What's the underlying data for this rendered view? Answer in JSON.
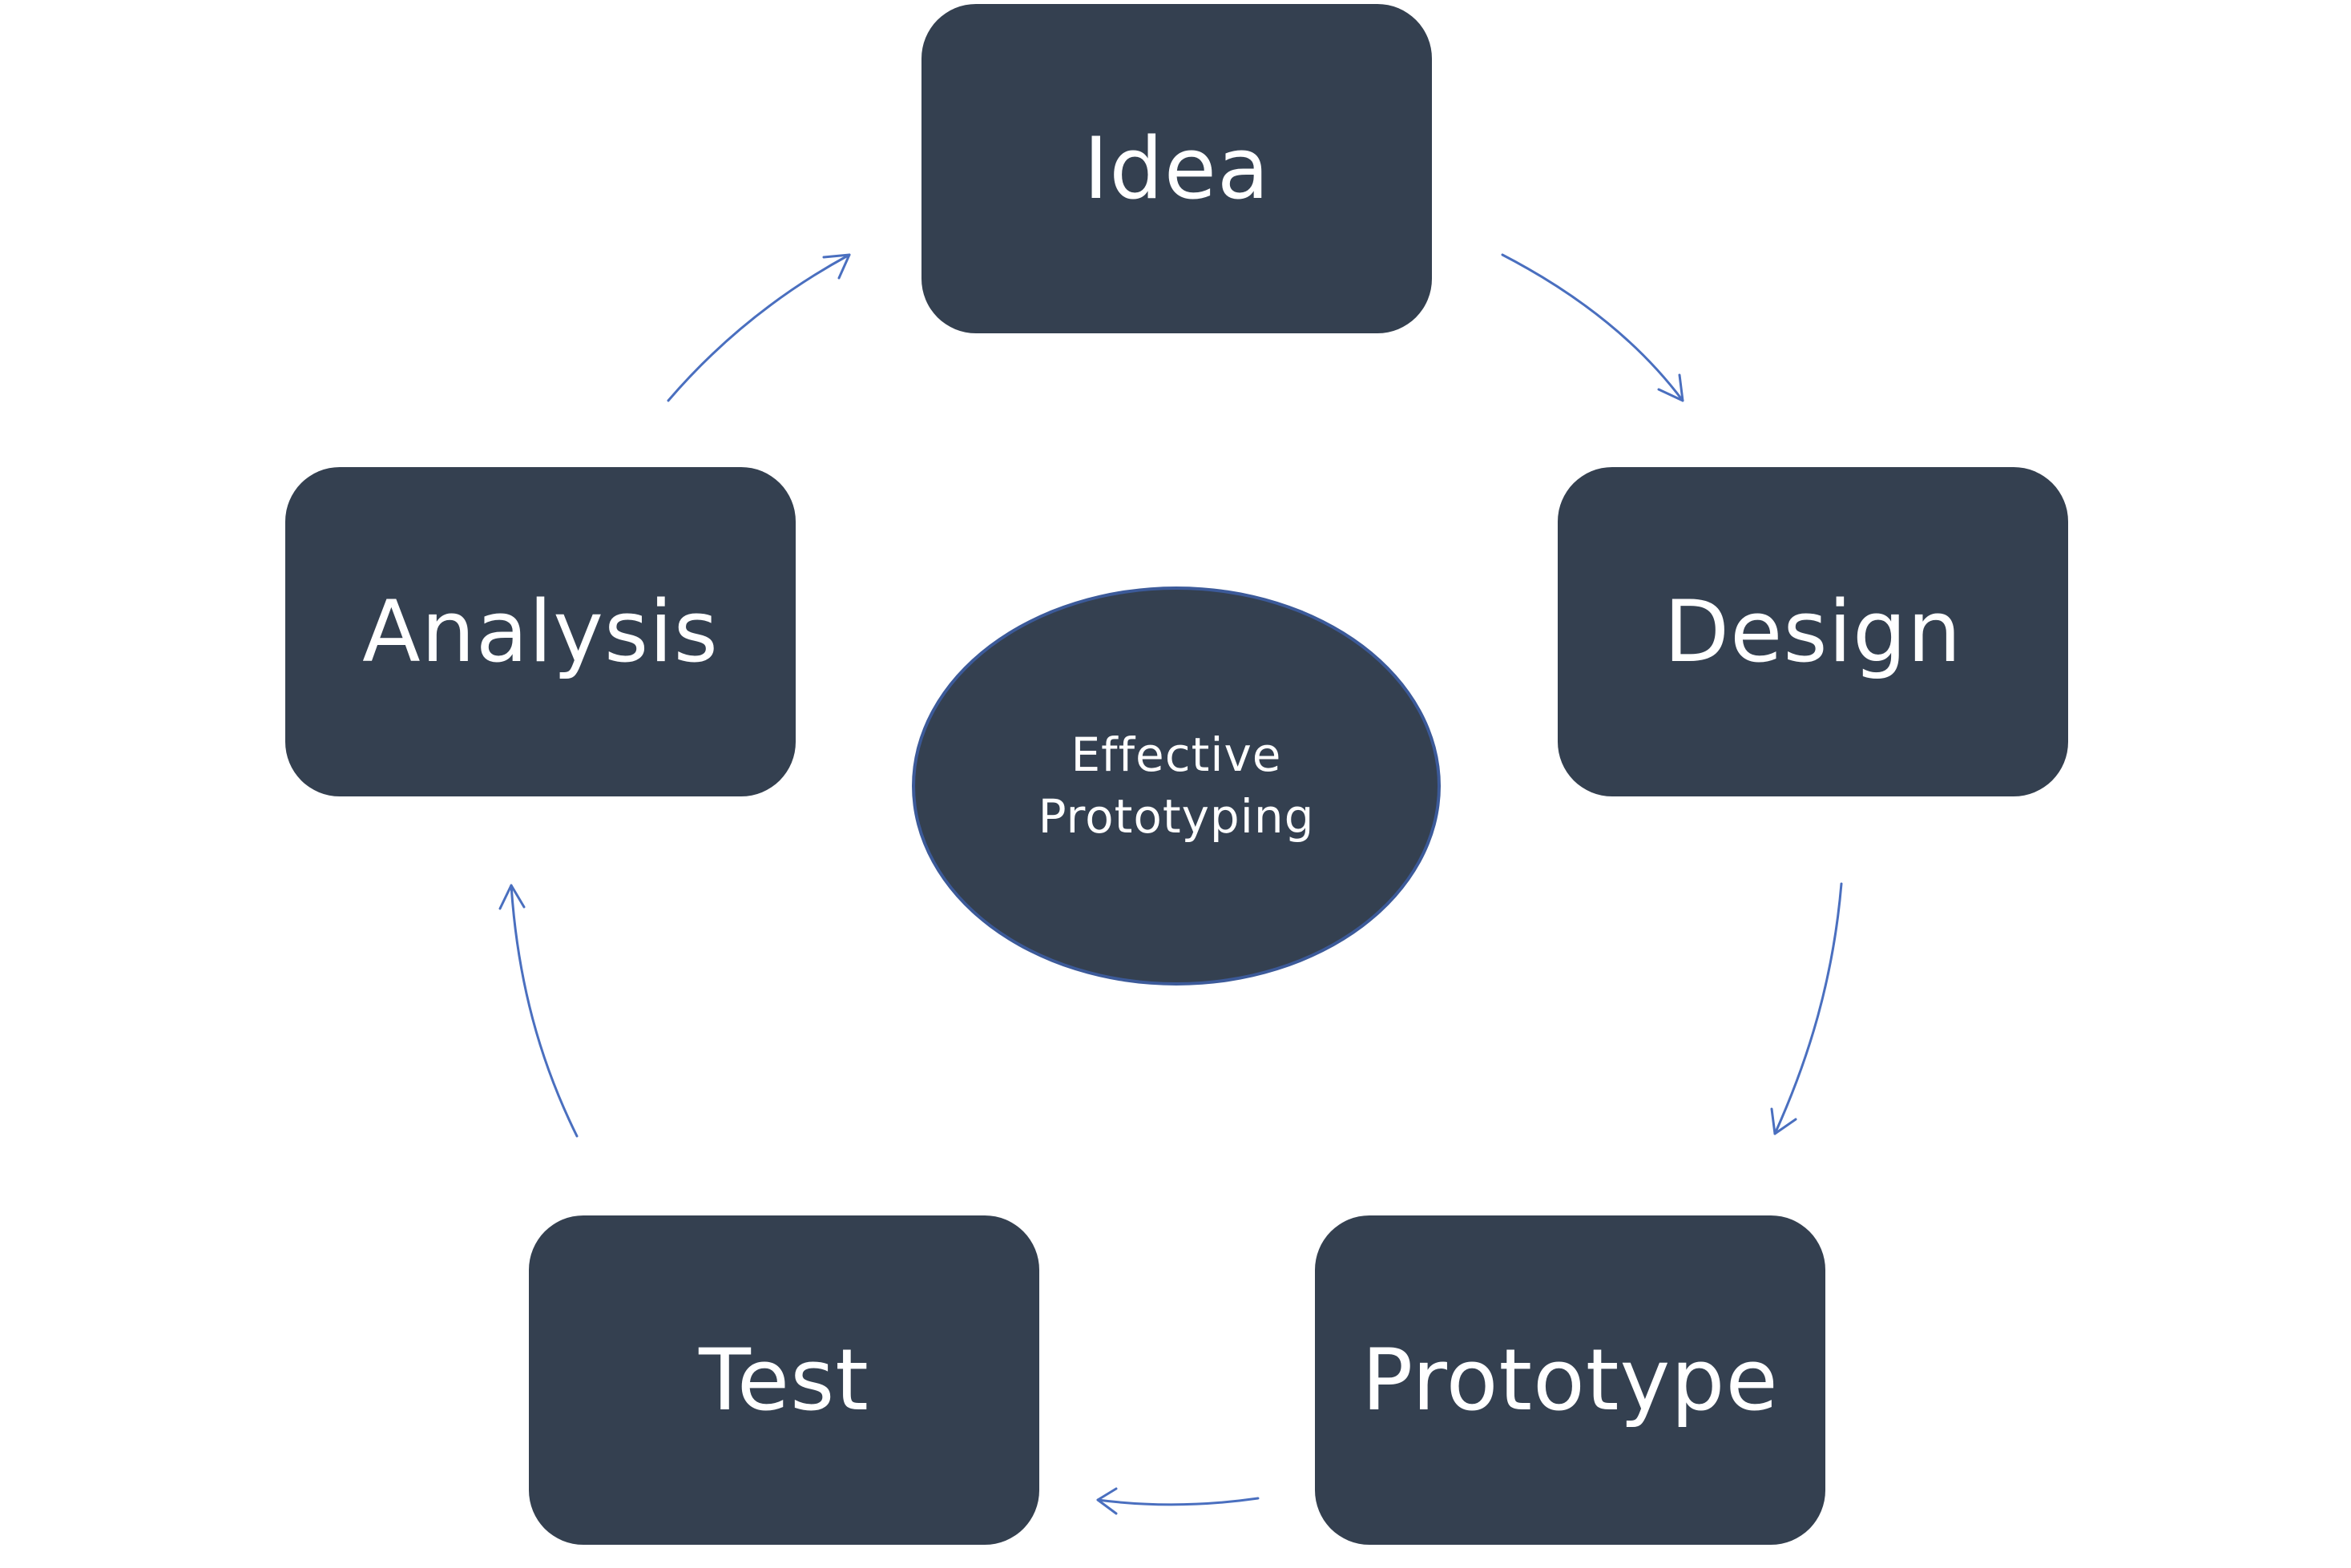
{
  "diagram": {
    "center_label": {
      "line1": "Effective",
      "line2": "Prototyping"
    },
    "nodes": [
      {
        "id": "idea",
        "label": "Idea"
      },
      {
        "id": "design",
        "label": "Design"
      },
      {
        "id": "prototype",
        "label": "Prototype"
      },
      {
        "id": "test",
        "label": "Test"
      },
      {
        "id": "analysis",
        "label": "Analysis"
      }
    ],
    "edges": [
      {
        "from": "Idea",
        "to": "Design"
      },
      {
        "from": "Design",
        "to": "Prototype"
      },
      {
        "from": "Prototype",
        "to": "Test"
      },
      {
        "from": "Test",
        "to": "Analysis"
      },
      {
        "from": "Analysis",
        "to": "Idea"
      }
    ]
  },
  "colors": {
    "node_fill": "#344050",
    "node_text": "#ffffff",
    "arrow": "#4a6fbf",
    "ellipse_border": "#3c5a99",
    "background": "#ffffff"
  }
}
